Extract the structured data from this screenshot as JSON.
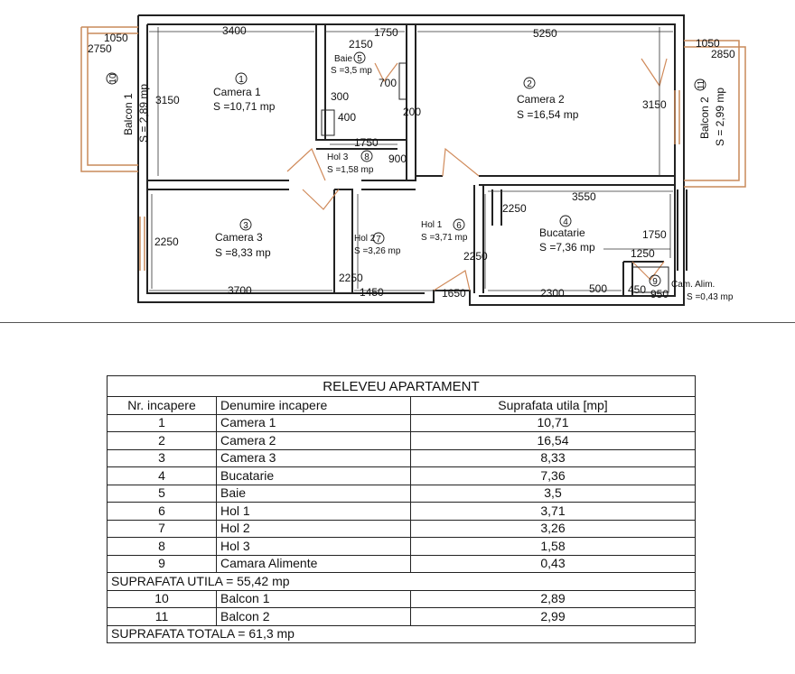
{
  "plan": {
    "rooms": [
      {
        "num": "1",
        "name": "Camera 1",
        "area": "S =10,71 mp"
      },
      {
        "num": "2",
        "name": "Camera 2",
        "area": "S =16,54 mp"
      },
      {
        "num": "3",
        "name": "Camera 3",
        "area": "S =8,33 mp"
      },
      {
        "num": "4",
        "name": "Bucatarie",
        "area": "S =7,36 mp"
      },
      {
        "num": "5",
        "name": "Baie",
        "area": "S =3,5 mp"
      },
      {
        "num": "6",
        "name": "Hol 1",
        "area": "S =3,71 mp"
      },
      {
        "num": "7",
        "name": "Hol 2",
        "area": "S =3,26 mp"
      },
      {
        "num": "8",
        "name": "Hol 3",
        "area": "S =1,58 mp"
      },
      {
        "num": "9",
        "name": "Cam. Alim.",
        "area": "S =0,43 mp"
      },
      {
        "num": "10",
        "name": "Balcon 1",
        "area": "S = 2,89 mp"
      },
      {
        "num": "11",
        "name": "Balcon 2",
        "area": "S = 2,99 mp"
      }
    ],
    "dimensions": {
      "d3400": "3400",
      "d1750a": "1750",
      "d5250": "5250",
      "d1050a": "1050",
      "d2750": "2750",
      "d1050b": "1050",
      "d2850": "2850",
      "d2150": "2150",
      "d700": "700",
      "d300": "300",
      "d400": "400",
      "d200": "200",
      "d3150a": "3150",
      "d3150b": "3150",
      "d1750b": "1750",
      "d900": "900",
      "d3550": "3550",
      "d2250a": "2250",
      "d1750c": "1750",
      "d1250": "1250",
      "d2250b": "2250",
      "d2250c": "2250",
      "d2250d": "2250",
      "d3700": "3700",
      "d1450": "1450",
      "d1650": "1650",
      "d2300": "2300",
      "d500": "500",
      "d450": "450",
      "d950": "950"
    }
  },
  "table": {
    "title": "RELEVEU APARTAMENT",
    "headers": [
      "Nr. incapere",
      "Denumire incapere",
      "Suprafata utila [mp]"
    ],
    "rows": [
      {
        "nr": "1",
        "name": "Camera 1",
        "area": "10,71"
      },
      {
        "nr": "2",
        "name": "Camera 2",
        "area": "16,54"
      },
      {
        "nr": "3",
        "name": "Camera 3",
        "area": "8,33"
      },
      {
        "nr": "4",
        "name": "Bucatarie",
        "area": "7,36"
      },
      {
        "nr": "5",
        "name": "Baie",
        "area": "3,5"
      },
      {
        "nr": "6",
        "name": "Hol 1",
        "area": "3,71"
      },
      {
        "nr": "7",
        "name": "Hol 2",
        "area": "3,26"
      },
      {
        "nr": "8",
        "name": "Hol 3",
        "area": "1,58"
      },
      {
        "nr": "9",
        "name": "Camara Alimente",
        "area": "0,43"
      }
    ],
    "subtotal": "SUPRAFATA UTILA = 55,42 mp",
    "balcony_rows": [
      {
        "nr": "10",
        "name": "Balcon 1",
        "area": "2,89"
      },
      {
        "nr": "11",
        "name": "Balcon 2",
        "area": "2,99"
      }
    ],
    "total": "SUPRAFATA TOTALA = 61,3 mp"
  }
}
